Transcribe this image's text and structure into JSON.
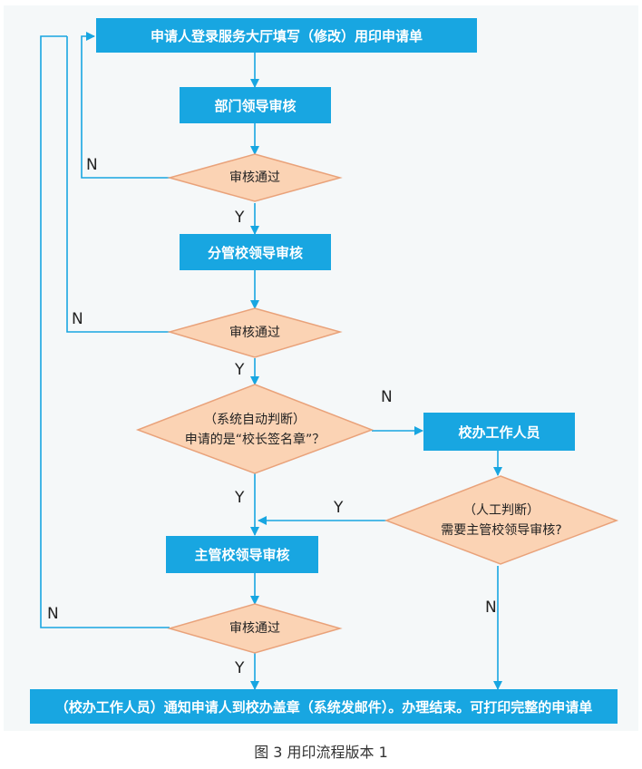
{
  "boxes": {
    "apply": "申请人登录服务大厅填写（修改）用印申请单",
    "dept_review": "部门领导审核",
    "branch_review": "分管校领导审核",
    "school_office_staff": "校办工作人员",
    "main_review": "主管校领导审核",
    "final": "（校办工作人员）通知申请人到校办盖章（系统发邮件）。办理结束。可打印完整的申请单"
  },
  "decisions": {
    "pass_1": "审核通过",
    "pass_2": "审核通过",
    "system_check_line1": "（系统自动判断）",
    "system_check_line2": "申请的是“校长签名章”？",
    "manual_check_line1": "（人工判断）",
    "manual_check_line2": "需要主管校领导审核?",
    "pass_3": "审核通过"
  },
  "labels": {
    "yes": "Y",
    "no": "N"
  },
  "caption": "图 3  用印流程版本 1",
  "colors": {
    "box": "#18a6e1",
    "diamond_fill": "#fbd3b4",
    "diamond_stroke": "#e9a27a",
    "line": "#18a6e1"
  }
}
